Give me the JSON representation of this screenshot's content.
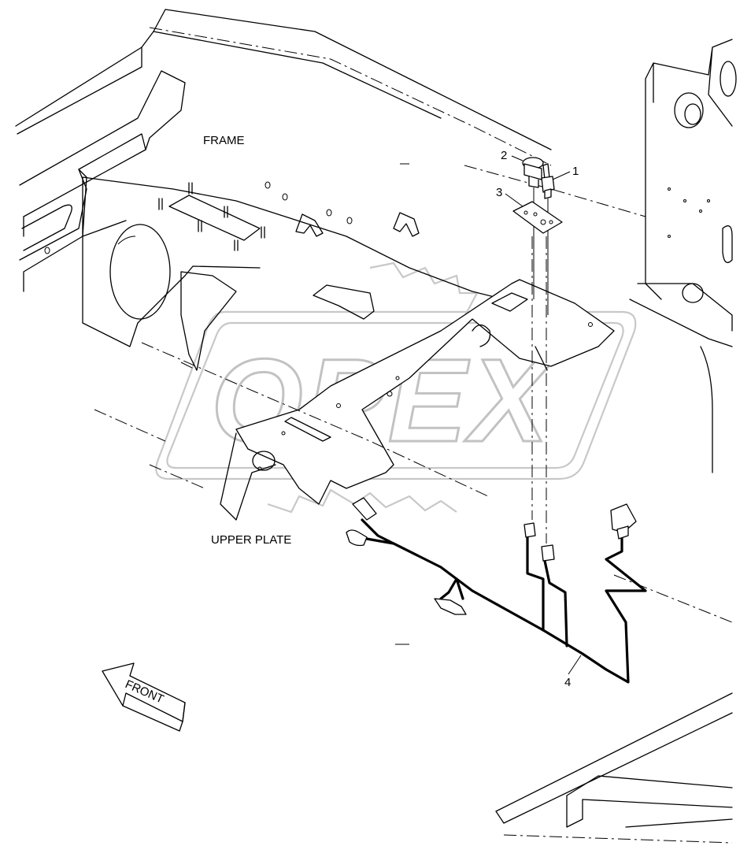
{
  "labels": {
    "frame": "FRAME",
    "upper_plate": "UPPER PLATE",
    "front_arrow": "FRONT"
  },
  "callouts": [
    {
      "id": "1",
      "text": "1"
    },
    {
      "id": "2",
      "text": "2"
    },
    {
      "id": "3",
      "text": "3"
    },
    {
      "id": "4",
      "text": "4"
    }
  ],
  "watermark": {
    "text": "OPEX",
    "color": "#c2c2c2"
  }
}
